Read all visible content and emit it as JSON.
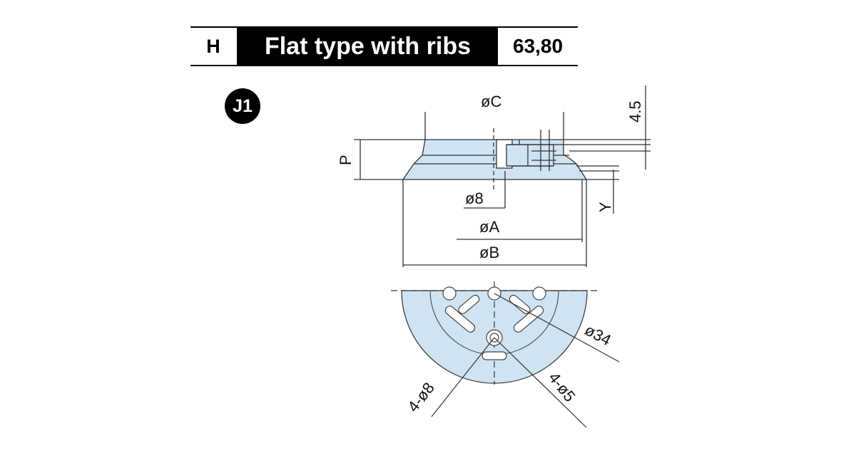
{
  "header": {
    "code": "H",
    "title": "Flat type with ribs",
    "sizes": "63,80"
  },
  "badge": "J1",
  "dimensions": {
    "c": "øC",
    "top_gap": "4.5",
    "p": "P",
    "bore": "ø8",
    "a": "øA",
    "b": "øB",
    "y": "Y",
    "pcd": "ø34",
    "holes_large": "4-ø8",
    "holes_small": "4-ø5"
  },
  "colors": {
    "fill": "#cfe3f3",
    "line": "#333333"
  }
}
